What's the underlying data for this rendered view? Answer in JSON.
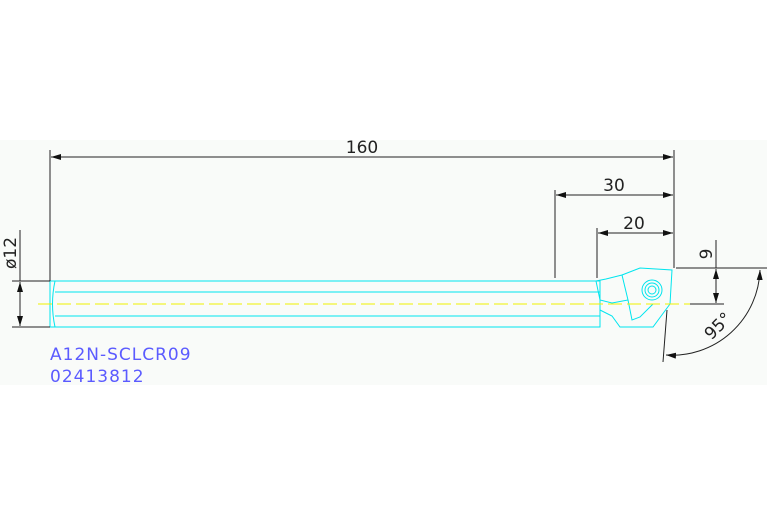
{
  "drawing": {
    "dimensions": {
      "overall_length": "160",
      "length_30": "30",
      "length_20": "20",
      "diameter": "ø12",
      "offset": "9",
      "angle": "95°"
    },
    "labels": {
      "model": "A12N-SCLCR09",
      "code": "02413812"
    },
    "colors": {
      "body": "#00e5ee",
      "centerline": "#f0f000",
      "dimension": "#222222",
      "label": "#5b5bff",
      "band": "#f9fbf9"
    }
  }
}
